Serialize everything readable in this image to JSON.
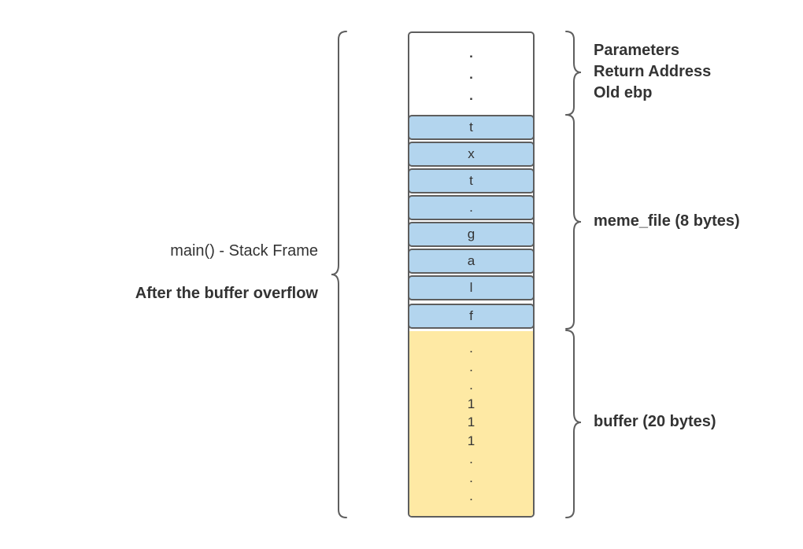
{
  "frame": {
    "title": "main() - Stack Frame",
    "subtitle": "After the buffer overflow"
  },
  "top_region": {
    "dots": [
      ".",
      ".",
      "."
    ],
    "labels": [
      "Parameters",
      "Return Address",
      "Old ebp"
    ]
  },
  "meme_file": {
    "label": "meme_file (8 bytes)",
    "cells": [
      "t",
      "x",
      "t",
      ".",
      "g",
      "a",
      "l",
      "f"
    ]
  },
  "buffer": {
    "label": "buffer (20 bytes)",
    "contents": [
      ".",
      ".",
      ".",
      "1",
      "1",
      "1",
      ".",
      ".",
      "."
    ]
  },
  "colors": {
    "meme_fill": "#b3d5ee",
    "buffer_fill": "#fee9a4",
    "outline": "#5e5e5e",
    "text": "#333333"
  }
}
